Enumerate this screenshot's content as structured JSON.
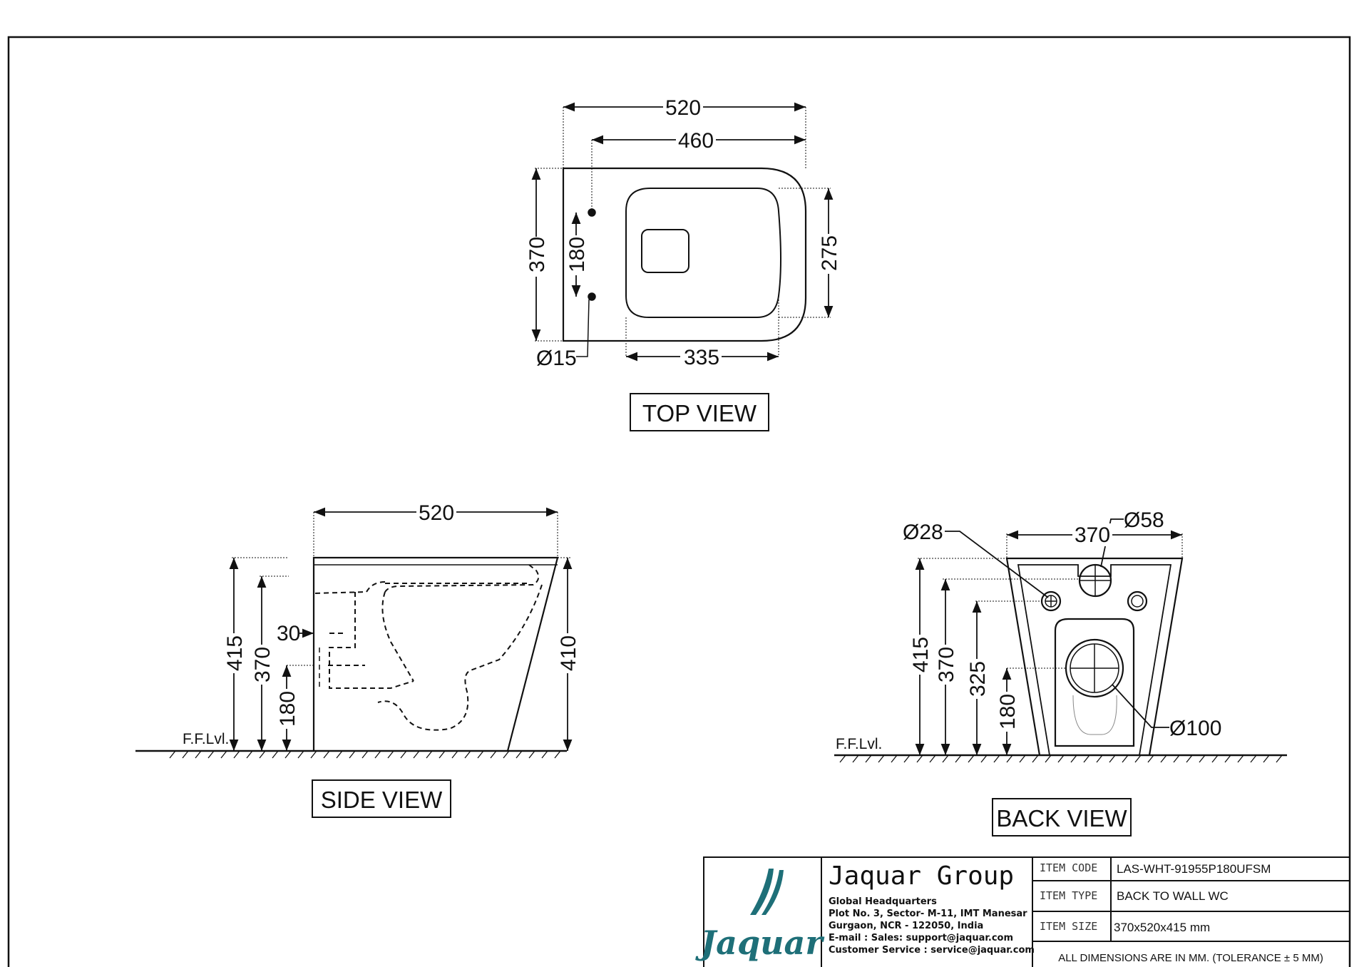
{
  "views": {
    "top": {
      "label": "TOP VIEW",
      "dims": {
        "overall_length": "520",
        "bowl_length": "460",
        "width": "370",
        "fixing_spacing": "180",
        "bowl_width": "275",
        "bowl_opening": "335",
        "fixing_hole": "Ø15"
      }
    },
    "side": {
      "label": "SIDE VIEW",
      "floor_label": "F.F.Lvl.",
      "dims": {
        "length": "520",
        "height": "415",
        "seat_height": "370",
        "outlet_height": "180",
        "inlet_offset": "30",
        "front_height": "410"
      }
    },
    "back": {
      "label": "BACK VIEW",
      "floor_label": "F.F.Lvl.",
      "dims": {
        "width": "370",
        "fixing_hole": "Ø28",
        "inlet": "Ø58",
        "outlet": "Ø100",
        "height": "415",
        "seat_height": "370",
        "fixing_height": "325",
        "outlet_height": "180"
      }
    }
  },
  "title_block": {
    "company": "Jaquar Group",
    "hq_title": "Global Headquarters",
    "address_line1": "Plot No. 3, Sector- M-11, IMT Manesar",
    "address_line2": "Gurgaon, NCR - 122050, India",
    "email": "E-mail : Sales: support@jaquar.com",
    "customer_service": "Customer Service : service@jaquar.com",
    "logo_text": "Jaquar",
    "item_code_label": "ITEM CODE",
    "item_code": "LAS-WHT-91955P180UFSM",
    "item_type_label": "ITEM TYPE",
    "item_type": "BACK TO WALL WC",
    "item_size_label": "ITEM SIZE",
    "item_size": "370x520x415 mm",
    "note": "ALL DIMENSIONS ARE IN MM. (TOLERANCE ± 5 MM)"
  },
  "colors": {
    "line": "#111111",
    "brand": "#1e6f78"
  }
}
